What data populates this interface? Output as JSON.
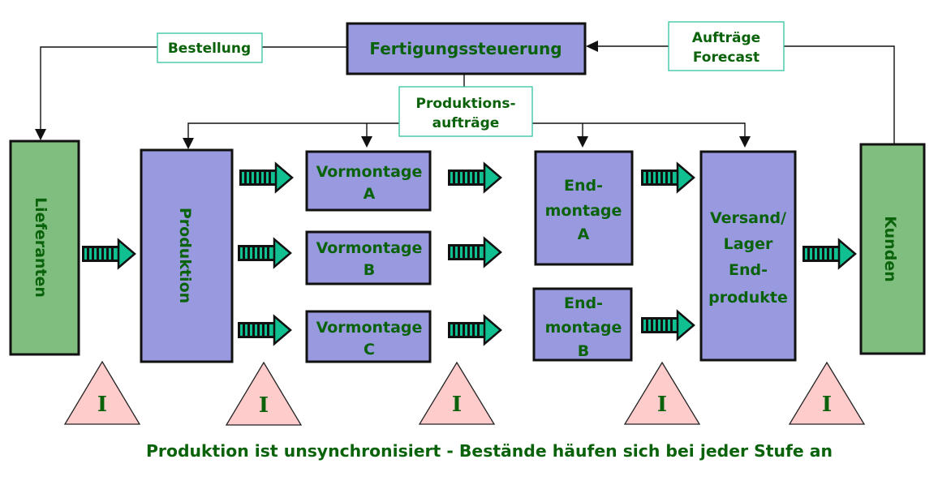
{
  "diagram": {
    "caption": "Produktion ist unsynchronisiert - Bestände häufen sich bei jeder Stufe an",
    "colors": {
      "process_box": "#9999e0",
      "external_box": "#80be80",
      "text": "#0a620a",
      "label_border": "#33c4a0",
      "flow_arrow": "#10c090",
      "inventory_triangle": "#ffcccc"
    },
    "control": {
      "title": "Fertigungssteuerung"
    },
    "info_labels": {
      "order": "Bestellung",
      "customer_orders": [
        "Aufträge",
        "Forecast"
      ],
      "production_orders": [
        "Produktions-",
        "aufträge"
      ]
    },
    "nodes": {
      "supplier": "Lieferanten",
      "production": "Produktion",
      "premount_a": [
        "Vormontage",
        "A"
      ],
      "premount_b": [
        "Vormontage",
        "B"
      ],
      "premount_c": [
        "Vormontage",
        "C"
      ],
      "finalmount_a": [
        "End-",
        "montage",
        "A"
      ],
      "finalmount_b": [
        "End-",
        "montage",
        "B"
      ],
      "shipping": [
        "Versand/",
        "Lager",
        "End-",
        "produkte"
      ],
      "customers": "Kunden"
    },
    "inventory_symbol": "I",
    "inventory_count": 5
  }
}
